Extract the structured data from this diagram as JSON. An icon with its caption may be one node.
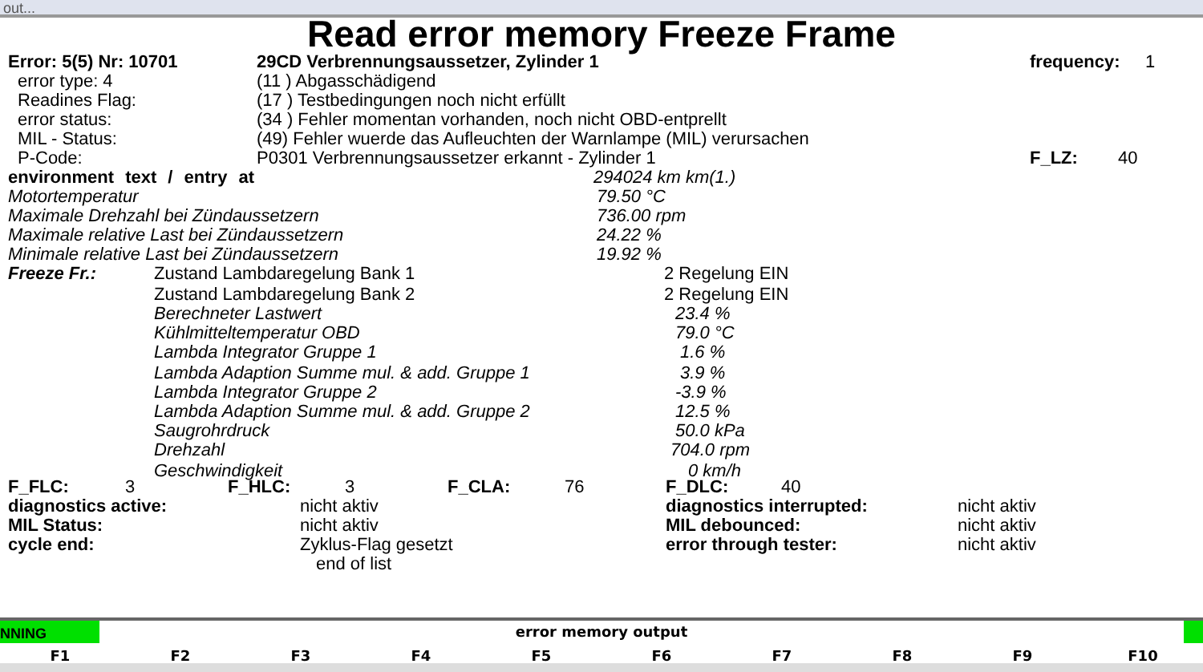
{
  "diagram": {
    "title": "Read error memory Freeze Frame",
    "labels": [
      "out...",
      "Error: 5(5) Nr: 10701",
      "29CD Verbrennungsaussetzer, Zylinder 1",
      "frequency:",
      "1",
      "error type: 4",
      "(11 ) Abgasschädigend",
      "Readines Flag:",
      "(17 ) Testbedingungen noch nicht erfüllt",
      "error status:",
      "(34 ) Fehler momentan vorhanden, noch nicht OBD-entprellt",
      "MIL - Status:",
      "(49) Fehler wuerde das Aufleuchten der Warnlampe (MIL) verursachen",
      "P-Code:",
      "P0301 Verbrennungsaussetzer erkannt - Zylinder 1",
      "F_LZ:",
      "40",
      "environment text / entry at",
      "294024 km km(1.)",
      "Motortemperatur",
      "79.50 °C",
      "Maximale Drehzahl bei Zündaussetzern",
      "736.00 rpm",
      "Maximale relative Last bei Zündaussetzern",
      "24.22 %",
      "Minimale relative Last bei Zündaussetzern",
      "19.92 %",
      "Freeze Fr.:",
      "Zustand Lambdaregelung Bank 1",
      "2 Regelung EIN",
      "Zustand Lambdaregelung Bank 2",
      "2 Regelung EIN",
      "Berechneter Lastwert",
      "23.4 %",
      "Kühlmitteltemperatur OBD",
      "79.0 °C",
      "Lambda Integrator Gruppe 1",
      "1.6 %",
      "Lambda Adaption Summe mul. & add. Gruppe 1",
      "3.9 %",
      "Lambda Integrator Gruppe 2",
      "-3.9 %",
      "Lambda Adaption Summe mul. & add. Gruppe 2",
      "12.5 %",
      "Saugrohrdruck",
      "50.0 kPa",
      "Drehzahl",
      "704.0 rpm",
      "Geschwindigkeit",
      "0 km/h",
      "F_FLC:",
      "3",
      "F_HLC:",
      "3",
      "F_CLA:",
      "76",
      "F_DLC:",
      "40",
      "diagnostics active:",
      "nicht aktiv",
      "diagnostics interrupted:",
      "nicht aktiv",
      "MIL Status:",
      "nicht aktiv",
      "MIL debounced:",
      "nicht aktiv",
      "cycle end:",
      "Zyklus-Flag gesetzt",
      "error through tester:",
      "nicht aktiv",
      "end of list",
      "NNING",
      "error memory output",
      "F1",
      "F2",
      "F3",
      "F4",
      "F5",
      "F6",
      "F7",
      "F8",
      "F9",
      "F10"
    ]
  }
}
